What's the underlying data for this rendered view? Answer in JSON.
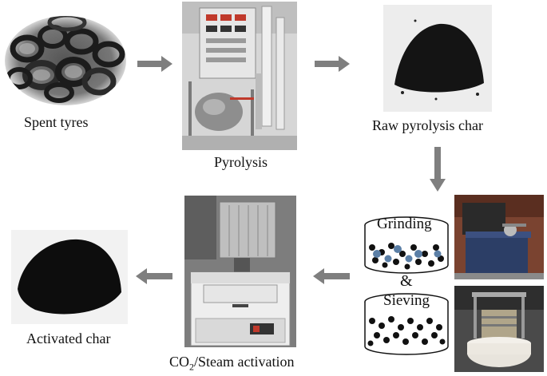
{
  "steps": {
    "spent_tyres": "Spent tyres",
    "pyrolysis": "Pyrolysis",
    "raw_char": "Raw pyrolysis char",
    "grinding": "Grinding",
    "ampersand": "&",
    "sieving": "Sieving",
    "activation_prefix": "CO",
    "activation_sub": "2",
    "activation_suffix": "/Steam activation",
    "activated_char": "Activated char"
  },
  "colors": {
    "arrow": "#7f7f7f",
    "char": "#141414",
    "bead_blue": "#5b7fa6"
  }
}
